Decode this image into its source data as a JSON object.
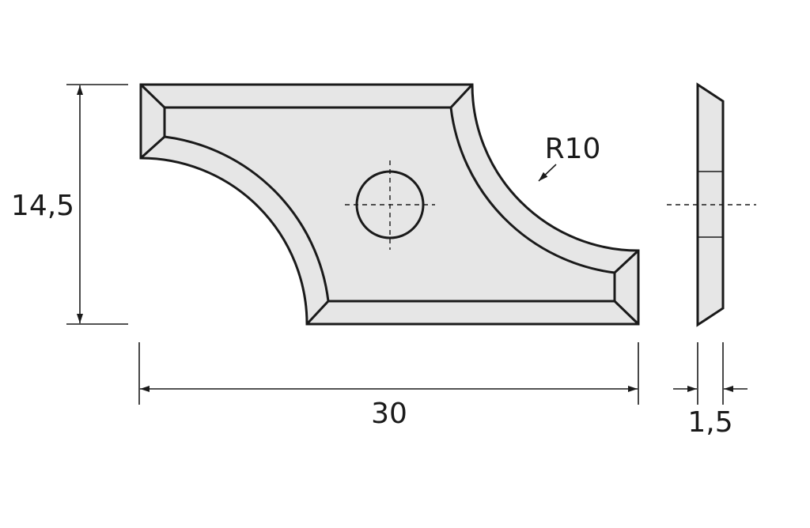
{
  "dimensions": {
    "height": "14,5",
    "length": "30",
    "thickness": "1,5",
    "radius": "R10"
  },
  "colors": {
    "part_fill": "#e6e6e6",
    "stroke": "#1a1a1a"
  }
}
